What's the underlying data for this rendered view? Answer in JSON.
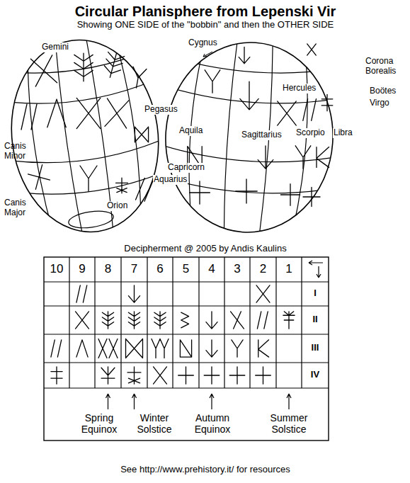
{
  "diagram": {
    "title": "Circular Planisphere from Lepenski Vir",
    "caption": "See http://www.prehistory.it/ for resources",
    "labels": [
      "Showing ONE SIDE of the \"bobbin\" and then the OTHER SIDE",
      "Gemini",
      "Canis Minor",
      "Canis Major",
      "Orion",
      "Pegasus",
      "Capricorn",
      "Aquarius",
      "Cygnus",
      "Hercules",
      "Corona Borealis",
      "Boötes",
      "Virgo",
      "Aquila",
      "Sagittarius",
      "Scorpio",
      "Libra",
      "Decipherment @ 2005 by Andis Kaulins",
      "10",
      "9",
      "8",
      "7",
      "6",
      "5",
      "4",
      "3",
      "2",
      "1",
      "I",
      "II",
      "III",
      "IV",
      "Spring Equinox",
      "Winter Solstice",
      "Autumn Equinox",
      "Summer Solstice"
    ]
  }
}
